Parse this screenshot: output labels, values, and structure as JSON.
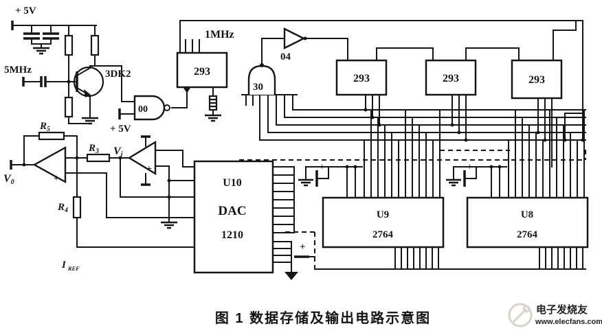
{
  "figure": {
    "caption": "图 1  数据存储及输出电路示意图"
  },
  "labels": {
    "vcc_top": "+ 5V",
    "vcc_gate": "+ 5V",
    "clock_in": "5MHz",
    "clock_1mhz": "1MHz",
    "transistor": "3DK2",
    "nand_00": "00",
    "inverter_04": "04",
    "nand_30": "30",
    "plus": "+",
    "counters": [
      "293",
      "293",
      "293",
      "293"
    ],
    "dac": {
      "ref": "U10",
      "line1": "DAC",
      "line2": "1210"
    },
    "eprom1": {
      "ref": "U9",
      "part": "2764"
    },
    "eprom2": {
      "ref": "U8",
      "part": "2764"
    },
    "r5": {
      "base": "R",
      "sub": "5"
    },
    "r3": {
      "base": "R",
      "sub": "3"
    },
    "r4": {
      "base": "R",
      "sub": "4"
    },
    "vo": {
      "base": "V",
      "sub": "0"
    },
    "vi": {
      "base": "V",
      "sub": "i"
    },
    "iref": {
      "base": "I",
      "sub": "REF"
    }
  },
  "watermark": {
    "brand": "电子发烧友",
    "site": "www.elecfans.com",
    "color": "#d8d2c8"
  },
  "colors": {
    "ink": "#151515",
    "paper": "#ffffff"
  }
}
